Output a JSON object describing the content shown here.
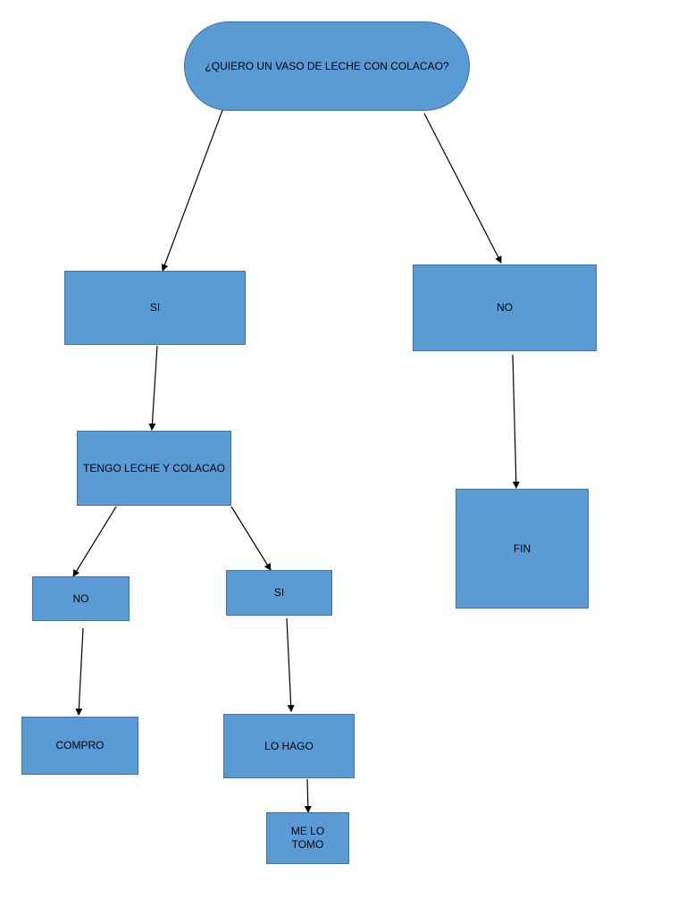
{
  "diagram": {
    "nodes": {
      "start": "¿QUIERO UN VASO DE LECHE  CON  COLACAO?",
      "si_main": "SI",
      "no_main": "NO",
      "tengo": "TENGO LECHE Y COLACAO",
      "fin": "FIN",
      "no_sub": "NO",
      "si_sub": "SI",
      "compro": "COMPRO",
      "lo_hago": "LO HAGO",
      "me_lo_tomo": "ME LO\nTOMO"
    },
    "edges": [
      [
        "start",
        "si_main"
      ],
      [
        "start",
        "no_main"
      ],
      [
        "si_main",
        "tengo"
      ],
      [
        "no_main",
        "fin"
      ],
      [
        "tengo",
        "no_sub"
      ],
      [
        "tengo",
        "si_sub"
      ],
      [
        "no_sub",
        "compro"
      ],
      [
        "si_sub",
        "lo_hago"
      ],
      [
        "lo_hago",
        "me_lo_tomo"
      ]
    ],
    "colors": {
      "fill": "#5b9bd5",
      "border": "#41719c",
      "arrow": "#000000"
    }
  }
}
